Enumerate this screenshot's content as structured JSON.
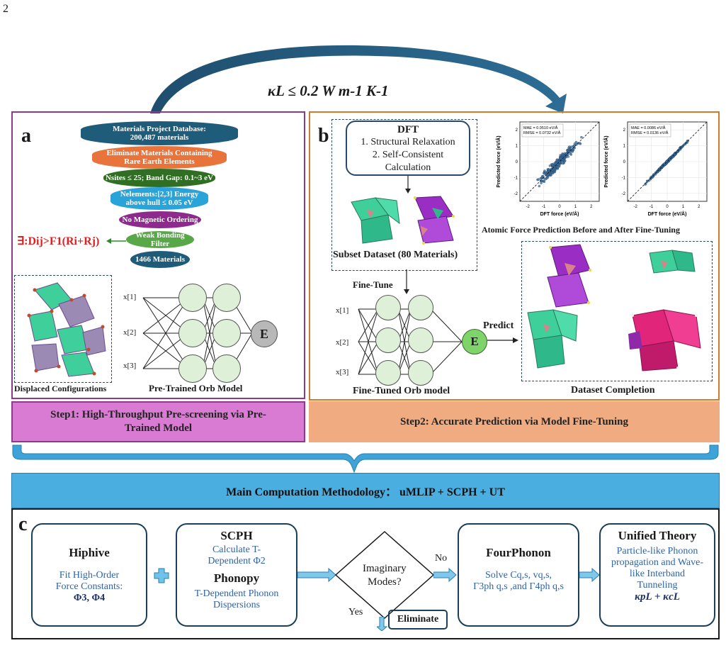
{
  "page_number": "2",
  "top_arrow_label": "κL ≤ 0.2 W m-1 K-1",
  "panel_a": {
    "letter": "a",
    "funnel": [
      {
        "text": "Materials Project Database: 200,487 materials",
        "color": "#1f5c7a"
      },
      {
        "text": "Eliminate Materials Containing Rare Earth Elements",
        "color": "#e8743b"
      },
      {
        "text": "Nsites ≤ 25; Band Gap: 0.1~3 eV",
        "color": "#2f6e23"
      },
      {
        "text": "Nelements:[2,3] Energy above hull ≤ 0.05 eV",
        "color": "#2aa3d8"
      },
      {
        "text": "No Magnetic Ordering",
        "color": "#8e2a8e"
      },
      {
        "text": "Weak Bonding Filter",
        "color": "#58a848"
      },
      {
        "text": "1466 Materials",
        "color": "#1f5c7a"
      }
    ],
    "bonding_criterion": "∃:Dij>F1(Ri+Rj)",
    "inputs": [
      "x[1]",
      "x[2]",
      "x[3]"
    ],
    "output_node": "E",
    "displaced_label": "Displaced Configurations",
    "model_label": "Pre-Trained Orb Model",
    "step_title": "Step1: High-Throughput Pre-screening via Pre-Trained Model"
  },
  "panel_b": {
    "letter": "b",
    "dft_title": "DFT",
    "dft_steps": [
      "1. Structural Relaxation",
      "2. Self-Consistent",
      "Calculation"
    ],
    "subset_label": "Subset Dataset (80 Materials)",
    "finetune_label": "Fine-Tune",
    "inputs": [
      "x[1]",
      "x[2]",
      "x[3]"
    ],
    "output_node": "E",
    "predict_label": "Predict",
    "model_label": "Fine-Tuned Orb model",
    "completion_label": "Dataset Completion",
    "parity_caption": "Atomic Force Prediction Before and After Fine-Tuning",
    "step_title": "Step2: Accurate Prediction via Model Fine-Tuning"
  },
  "chart_data": [
    {
      "type": "scatter",
      "xlabel": "DFT force (eV/Å)",
      "ylabel": "Predicted force (eV/Å)",
      "xlim": [
        -2.5,
        2.5
      ],
      "ylim": [
        -2.5,
        2.5
      ],
      "xticks": [
        "-2",
        "-1",
        "0",
        "1",
        "2"
      ],
      "yticks": [
        "-2",
        "-1",
        "0",
        "1",
        "2"
      ],
      "annotation": [
        "MAE = 0.0510 eV/Å",
        "RMSE = 0.0732 eV/Å"
      ],
      "spread": 0.18
    },
    {
      "type": "scatter",
      "xlabel": "DFT force (eV/Å)",
      "ylabel": "Predicted force (eV/Å)",
      "xlim": [
        -2.5,
        2.5
      ],
      "ylim": [
        -2.5,
        2.5
      ],
      "xticks": [
        "-2",
        "-1",
        "0",
        "1",
        "2"
      ],
      "yticks": [
        "-2",
        "-1",
        "0",
        "1",
        "2"
      ],
      "annotation": [
        "MAE = 0.0086 eV/Å",
        "RMSE = 0.0136 eV/Å"
      ],
      "spread": 0.035
    }
  ],
  "main_methodology": "Main Computation Methodology： uMLIP + SCPH + UT",
  "panel_c": {
    "letter": "c",
    "hiphive": {
      "title": "Hiphive",
      "line1": "Fit High-Order",
      "line2": "Force Constants:",
      "formula": "Φ3, Φ4"
    },
    "scph": {
      "title": "SCPH",
      "line1": "Calculate T-",
      "line2": "Dependent  Φ2",
      "phonopy_title": "Phonopy",
      "phonopy_line1": "T-Dependent Phonon",
      "phonopy_line2": "Dispersions"
    },
    "decision": {
      "line1": "Imaginary",
      "line2": "Modes?",
      "no": "No",
      "yes": "Yes",
      "eliminate": "Eliminate"
    },
    "fourphonon": {
      "title": "FourPhonon",
      "line1": "Solve Cq,s, vq,s,",
      "line2": "Γ3ph q,s ,and Γ4ph q,s"
    },
    "unified": {
      "title": "Unified Theory",
      "line1": "Particle-like Phonon",
      "line2": "propagation and Wave-",
      "line3": "like Interband",
      "line4": "Tunneling",
      "formula": "κpL + κcL"
    }
  }
}
